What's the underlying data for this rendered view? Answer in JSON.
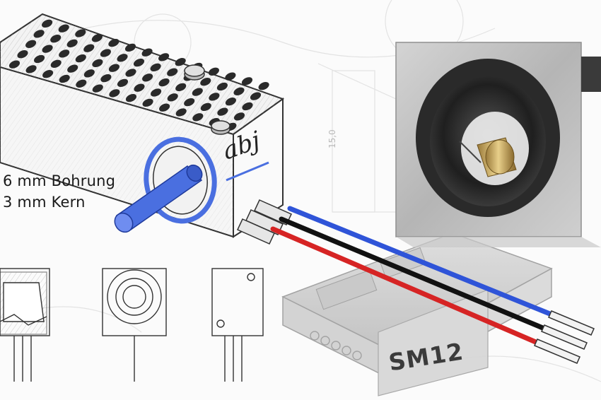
{
  "annotations": {
    "bore_label": "6 mm Bohrung",
    "core_label": "3 mm Kern",
    "dimension_label": "15,0"
  },
  "branding": {
    "logo_text": "abj",
    "module_label": "SM12"
  },
  "colors": {
    "core_blue": "#4a6fe0",
    "wire_blue": "#2f54d8",
    "wire_black": "#111111",
    "wire_red": "#d62424",
    "sketch_gray": "#8a8a8a"
  }
}
